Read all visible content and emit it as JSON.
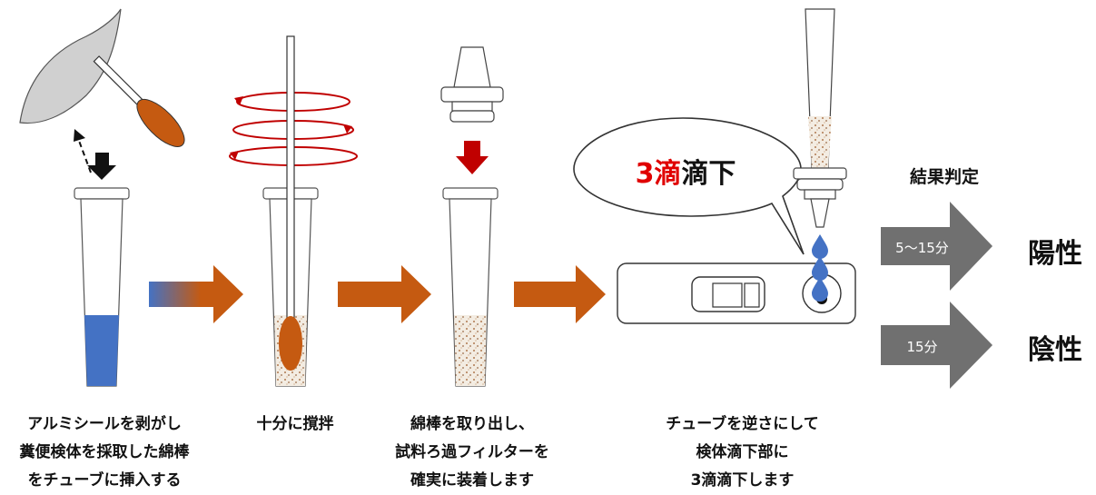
{
  "steps": [
    {
      "lines": [
        "アルミシールを剥がし",
        "糞便検体を採取した綿棒",
        "をチューブに挿入する"
      ]
    },
    {
      "lines": [
        "十分に撹拌"
      ]
    },
    {
      "lines": [
        "綿棒を取り出し、",
        "試料ろ過フィルターを",
        "確実に装着します"
      ]
    },
    {
      "lines": [
        "チューブを逆さにして",
        "検体滴下部に",
        "3滴滴下します"
      ]
    }
  ],
  "bubble": {
    "number": "3滴",
    "text": "滴下"
  },
  "judgement": {
    "heading": "結果判定",
    "positive": {
      "time": "5〜15分",
      "result": "陽性"
    },
    "negative": {
      "time": "15分",
      "result": "陰性"
    }
  },
  "colors": {
    "liquid_blue": "#4472c4",
    "swab_orange": "#c55a11",
    "swirl_red": "#c00000",
    "drop_arrow_red": "#c00000",
    "time_arrow_gray": "#707070",
    "seal_gray": "#d0d0d0"
  }
}
